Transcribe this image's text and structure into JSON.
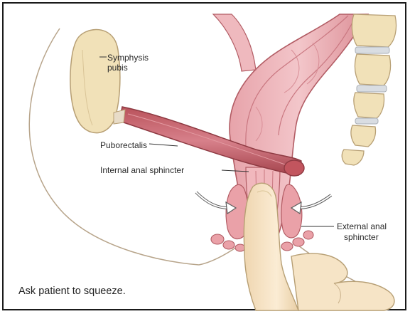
{
  "labels": {
    "symphysis_line1": "Symphysis",
    "symphysis_line2": "pubis",
    "puborectalis": "Puborectalis",
    "internal_sphincter": "Internal anal sphincter",
    "external_line1": "External anal",
    "external_line2": "sphincter"
  },
  "caption": "Ask patient to squeeze.",
  "colors": {
    "bone": "#f1e1b8",
    "muscle": "#c8646c",
    "rectum_wall": "#e9a7ad",
    "skin": "#f7e7cc",
    "border": "#1a1a1a"
  }
}
